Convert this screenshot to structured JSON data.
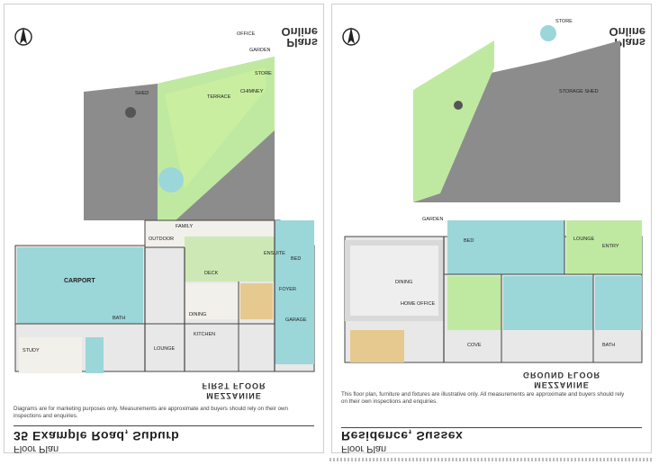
{
  "left_sheet": {
    "brand_line1": "Plans",
    "brand_line2": "Online",
    "caption_line1": "MEZZANINE",
    "caption_line2": "FIRST FLOOR",
    "notes": "Diagrams are for marketing purposes only. Measurements are approximate and buyers should rely on their own inspections and enquiries.",
    "address_line1": "35 Example Road, Suburb",
    "address_line2": "Floor Plan"
  },
  "right_sheet": {
    "brand_line1": "Plans",
    "brand_line2": "Online",
    "caption_line1": "MEZZANINE",
    "caption_line2": "GROUND FLOOR",
    "notes": "This floor plan, furniture and fixtures are illustrative only. All measurements are approximate and buyers should rely on their own inspections and enquiries.",
    "address_line1": "Residence, Sussex",
    "address_line2": "Floor Plan"
  },
  "left_labels": {
    "office": "OFFICE",
    "garden": "GARDEN",
    "chimney": "CHIMNEY",
    "shed": "SHED",
    "terrace": "TERRACE",
    "store": "STORE",
    "family": "FAMILY",
    "outdoor": "OUTDOOR",
    "carport": "CARPORT",
    "dining": "DINING",
    "kitchen": "KITCHEN",
    "bed": "BED",
    "ensuite": "ENSUITE",
    "foyer": "FOYER",
    "garage": "GARAGE",
    "study": "STUDY",
    "lounge": "LOUNGE",
    "bath": "BATH",
    "deck": "DECK"
  },
  "right_labels": {
    "entry": "ENTRY",
    "store": "STORE",
    "shed": "STORAGE SHED",
    "bed": "BED",
    "lounge": "LOUNGE",
    "dining": "DINING",
    "cove": "COVE",
    "office": "HOME OFFICE",
    "garden": "GARDEN",
    "bath": "BATH"
  },
  "colors": {
    "lawn": "#bfe9a1",
    "roof": "#8c8c8c",
    "teal": "#9bd6d9",
    "floor": "#f2f0ea",
    "wood": "#e6c98f"
  }
}
